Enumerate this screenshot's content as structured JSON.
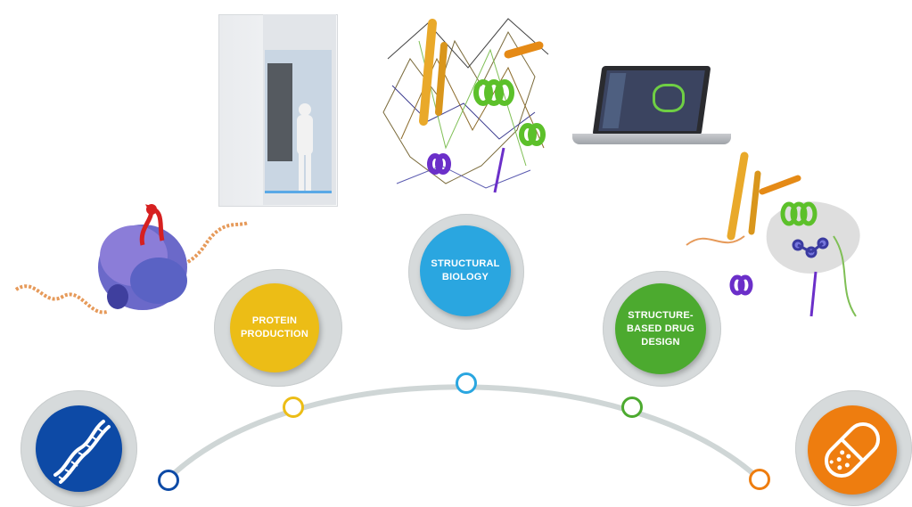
{
  "stages": [
    {
      "id": "genomics",
      "label": "",
      "color": "#0d4aa6",
      "icon": "dna-helix-icon"
    },
    {
      "id": "protein-production",
      "label": "PROTEIN\nPRODUCTION",
      "color": "#ecbd16"
    },
    {
      "id": "structural-biology",
      "label": "STRUCTURAL\nBIOLOGY",
      "color": "#2aa6e0"
    },
    {
      "id": "structure-based-drug-design",
      "label": "STRUCTURE-\nBASED DRUG\nDESIGN",
      "color": "#4caa2f"
    },
    {
      "id": "drug",
      "label": "",
      "color": "#ee7d0f",
      "icon": "pill-capsule-icon"
    }
  ],
  "timeline": {
    "arc_color": "#cfd6d6",
    "node_colors": [
      "#0d4aa6",
      "#ecbd16",
      "#2aa6e0",
      "#4caa2f",
      "#ee7d0f"
    ]
  },
  "illustrations": [
    "ribosome-rna-molecule-illustration",
    "cryo-em-microscope-illustration",
    "protein-structure-model-illustration",
    "laptop-molecular-viewer-illustration",
    "protein-ligand-binding-pocket-illustration"
  ]
}
